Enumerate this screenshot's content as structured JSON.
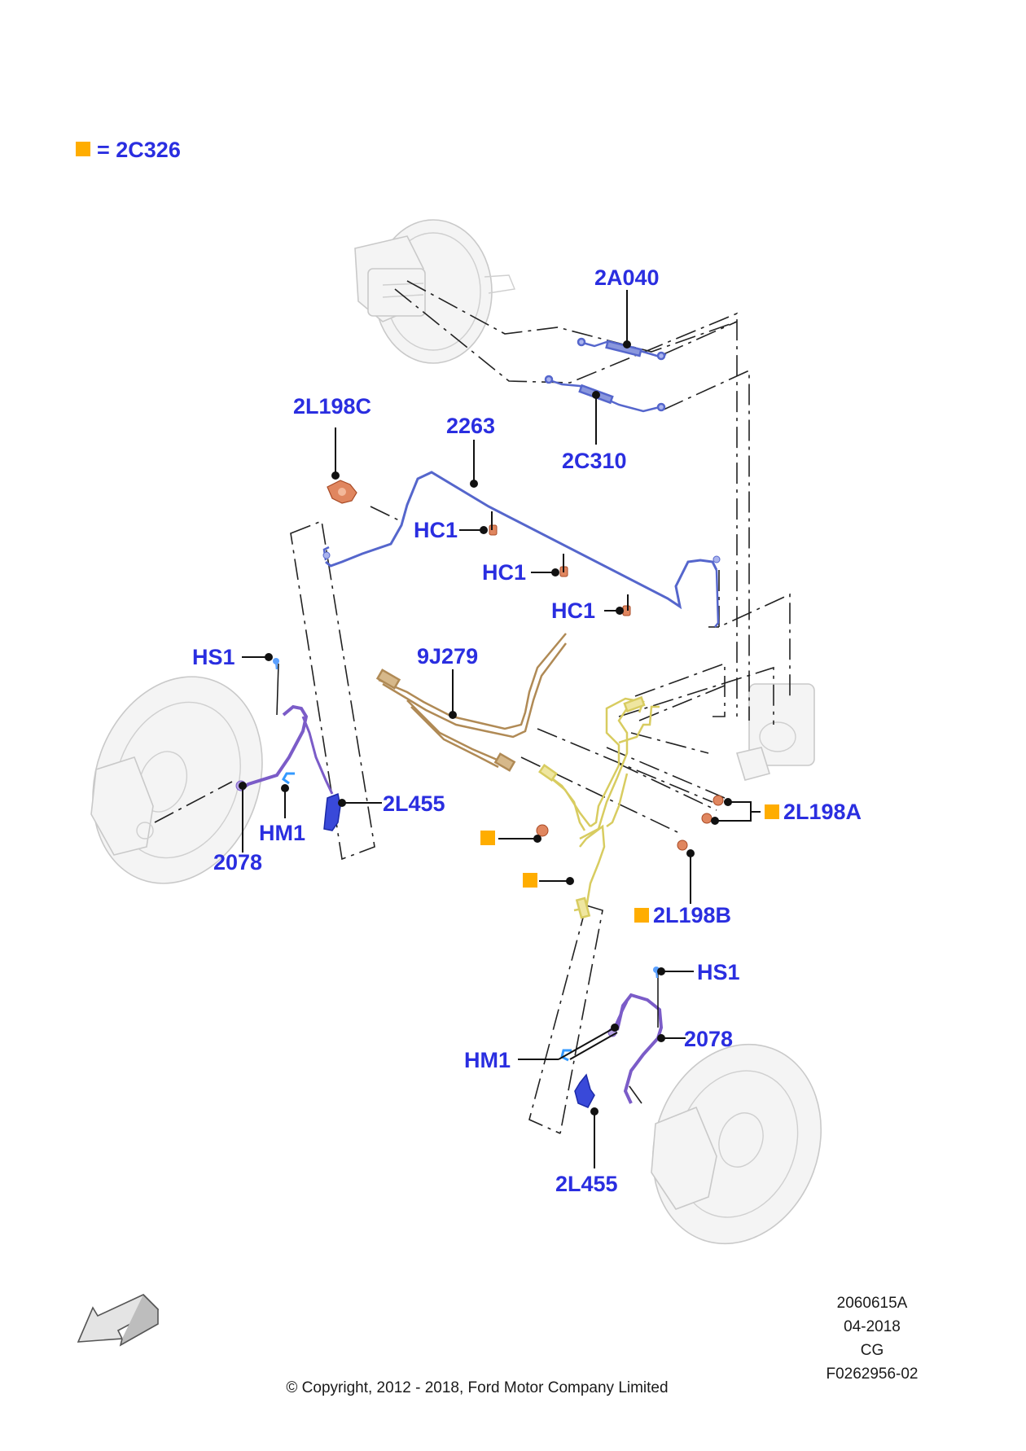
{
  "legend": {
    "text": "= 2C326",
    "swatch_color": "#ffad00"
  },
  "labels": {
    "l2A040": "2A040",
    "l2C310": "2C310",
    "l2L198C": "2L198C",
    "l2263": "2263",
    "hc1a": "HC1",
    "hc1b": "HC1",
    "hc1c": "HC1",
    "hs1left": "HS1",
    "l9J279": "9J279",
    "l2L455left": "2L455",
    "hm1left": "HM1",
    "l2078left": "2078",
    "l2L198A": "2L198A",
    "l2L198B": "2L198B",
    "hs1right": "HS1",
    "l2078right": "2078",
    "hm1right": "HM1",
    "l2L455right": "2L455"
  },
  "footer": {
    "code1": "2060615A",
    "date": "04-2018",
    "initials": "CG",
    "code2": "F0262956-02",
    "copyright": "© Copyright, 2012 - 2018, Ford Motor Company Limited"
  },
  "colors": {
    "label_blue": "#2a2ee0",
    "pipe_blue": "#5566cc",
    "hose_purple": "#7b5cc8",
    "bracket_blue": "#3949d9",
    "pipe_tan": "#b08a55",
    "pipe_yellow": "#d8cc60",
    "fitting_copper": "#d2805a",
    "marker_orange": "#ffad00"
  },
  "icons": {
    "direction_arrow": "front-direction-arrow-icon"
  }
}
